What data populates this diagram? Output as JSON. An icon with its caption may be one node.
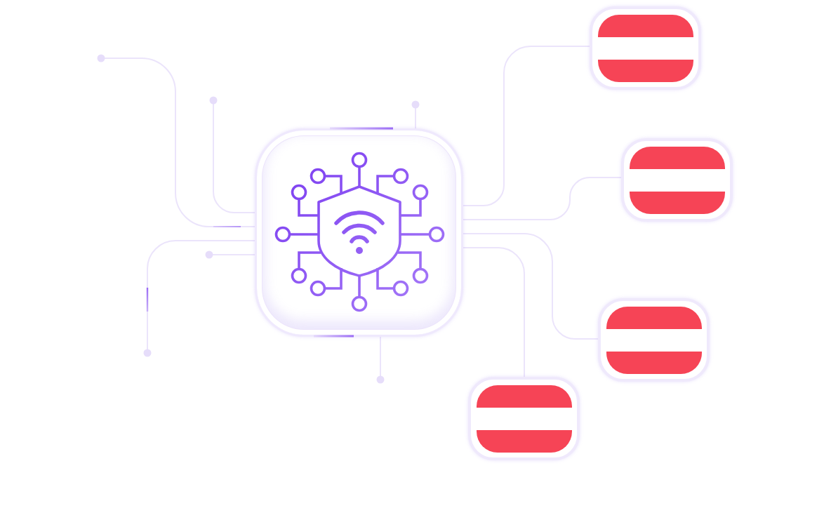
{
  "diagram": {
    "nodes": [
      {
        "text": [],
        "shape": "box"
      },
      {
        "text": [],
        "shape": "flag"
      },
      {
        "text": [],
        "shape": "flag"
      },
      {
        "text": [],
        "shape": "flag"
      },
      {
        "text": [],
        "shape": "flag"
      }
    ],
    "edges": [
      {
        "from": 0,
        "to": 1,
        "arrow": "none"
      },
      {
        "from": 0,
        "to": 2,
        "arrow": "none"
      },
      {
        "from": 0,
        "to": 3,
        "arrow": "none"
      },
      {
        "from": 0,
        "to": 4,
        "arrow": "none"
      },
      {
        "from": 0,
        "to": null,
        "arrow": "other"
      },
      {
        "from": 0,
        "to": null,
        "arrow": "other"
      },
      {
        "from": 0,
        "to": null,
        "arrow": "other"
      },
      {
        "from": 0,
        "to": null,
        "arrow": "other"
      },
      {
        "from": 0,
        "to": null,
        "arrow": "other"
      },
      {
        "from": 0,
        "to": null,
        "arrow": "other"
      }
    ]
  }
}
